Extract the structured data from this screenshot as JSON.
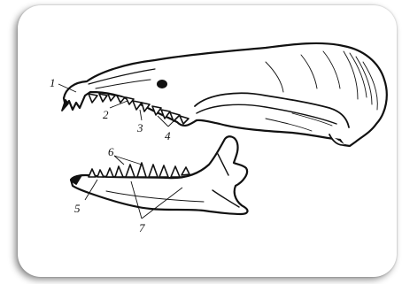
{
  "figure": {
    "labels": [
      "1",
      "2",
      "3",
      "4",
      "5",
      "6",
      "7"
    ]
  }
}
